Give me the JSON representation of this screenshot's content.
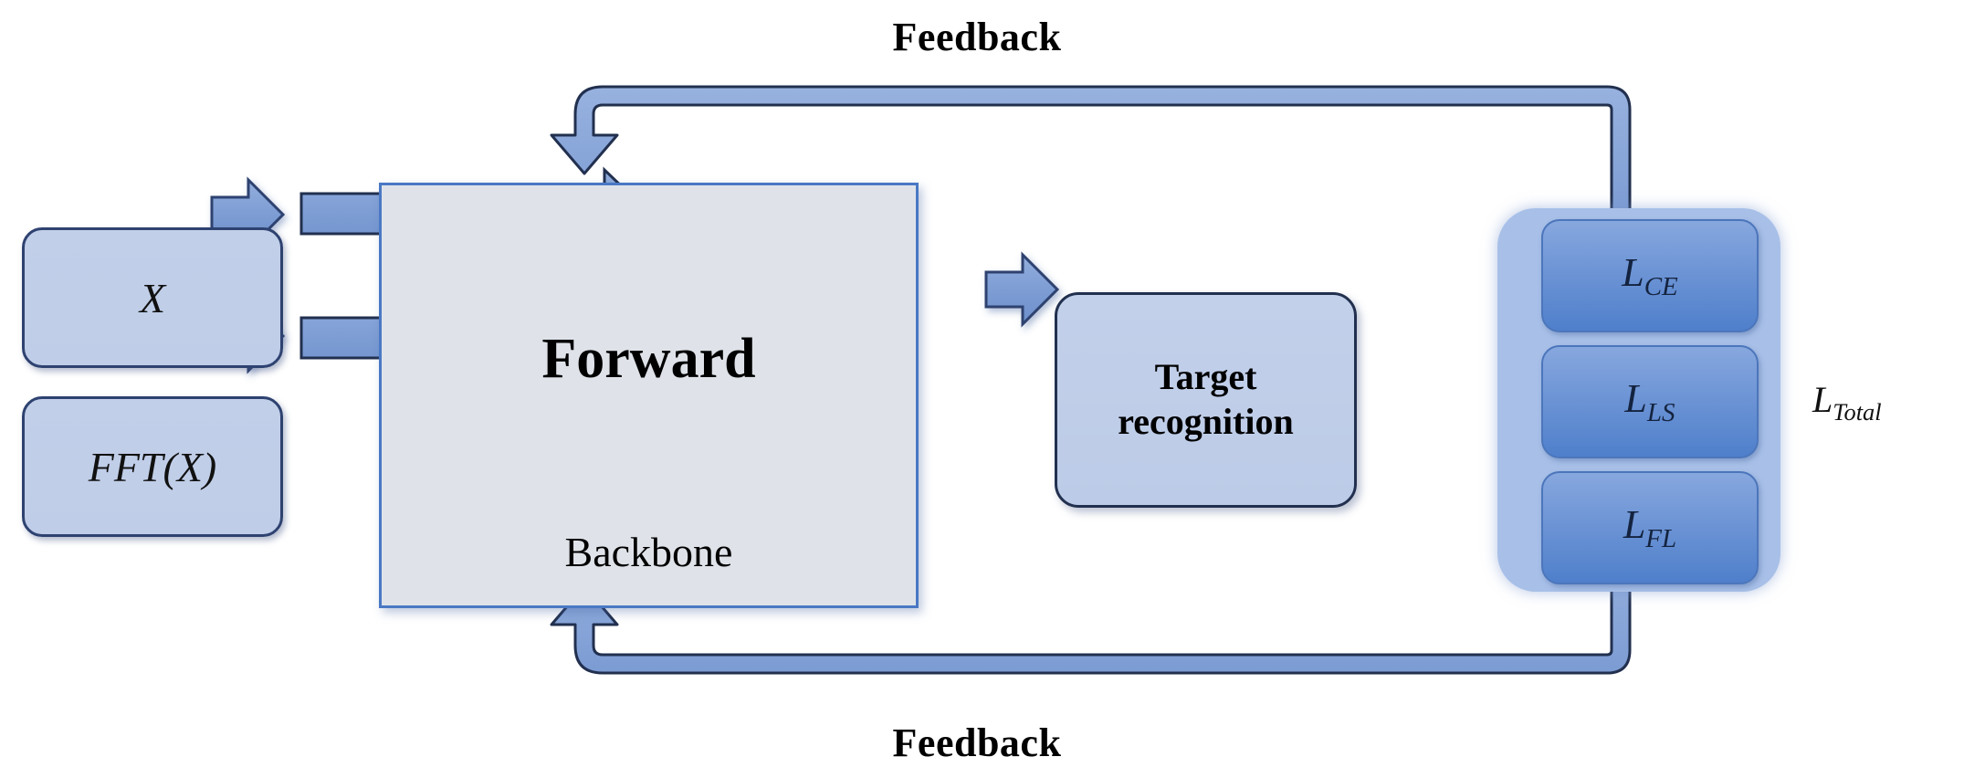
{
  "diagram": {
    "title": "Forward-Feedback target recognition network architecture",
    "colors": {
      "box_fill": "#c2cfe9",
      "box_border": "#2e4270",
      "backbone_fill": "#dfe3e9",
      "backbone_border": "#4a78c4",
      "arrow_fill": "#7d9dd4",
      "arrow_border": "#22304f",
      "loss_container_fill": "#a8c0e8",
      "loss_box_fill": "#5f8bd2",
      "text_color": "#000000"
    },
    "inputs": [
      {
        "id": "x",
        "label": "X",
        "icon": "input-box"
      },
      {
        "id": "fft",
        "label": "FFT(X)",
        "icon": "input-box"
      }
    ],
    "backbone": {
      "title": "Forward",
      "caption": "Backbone",
      "flow_arrows": [
        {
          "id": "flow-top",
          "direction": "right"
        },
        {
          "id": "flow-bottom",
          "direction": "right"
        }
      ]
    },
    "target": {
      "line1": "Target",
      "line2": "recognition"
    },
    "losses": {
      "items": [
        {
          "id": "ce",
          "base": "L",
          "sub": "CE",
          "label": "L_CE"
        },
        {
          "id": "ls",
          "base": "L",
          "sub": "LS",
          "label": "L_LS"
        },
        {
          "id": "fl",
          "base": "L",
          "sub": "FL",
          "label": "L_FL"
        }
      ],
      "total": {
        "base": "L",
        "sub": "Total",
        "label": "L_Total"
      }
    },
    "feedback": {
      "top_label": "Feedback",
      "bottom_label": "Feedback",
      "top_arrow_direction": "down-into-backbone",
      "bottom_arrow_direction": "up-into-backbone"
    },
    "connectors": [
      {
        "id": "x-to-backbone",
        "icon": "block-arrow-right"
      },
      {
        "id": "fft-to-backbone",
        "icon": "block-arrow-right"
      },
      {
        "id": "backbone-to-target",
        "icon": "block-arrow-right"
      },
      {
        "id": "target-to-loss",
        "icon": "block-arrow-right"
      }
    ]
  }
}
